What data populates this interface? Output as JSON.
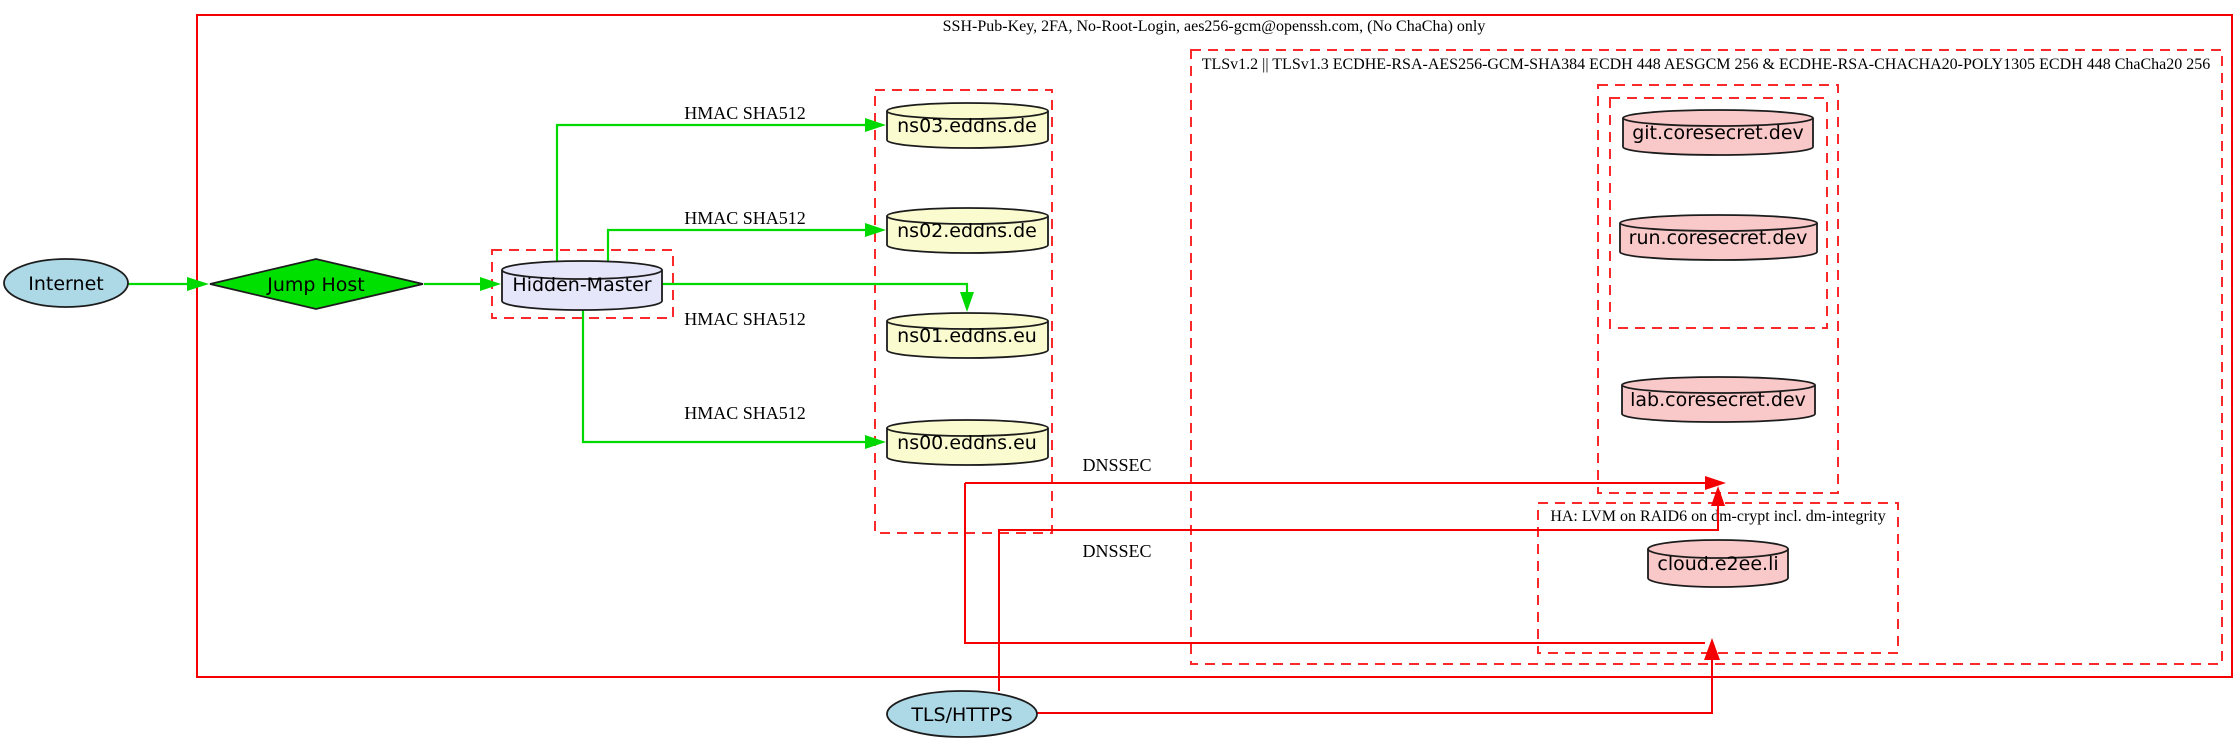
{
  "diagram": {
    "clusters": {
      "ssh": {
        "label": "SSH-Pub-Key, 2FA, No-Root-Login, aes256-gcm@openssh.com, (No ChaCha) only"
      },
      "tls": {
        "label": "TLSv1.2 || TLSv1.3 ECDHE-RSA-AES256-GCM-SHA384 ECDH 448 AESGCM 256 & ECDHE-RSA-CHACHA20-POLY1305 ECDH 448 ChaCha20 256"
      },
      "ha": {
        "label": "HA: LVM on RAID6 on dm-crypt incl. dm-integrity"
      }
    },
    "nodes": {
      "internet": {
        "label": "Internet"
      },
      "jump_host": {
        "label": "Jump Host"
      },
      "hidden_master": {
        "label": "Hidden-Master"
      },
      "ns03": {
        "label": "ns03.eddns.de"
      },
      "ns02": {
        "label": "ns02.eddns.de"
      },
      "ns01": {
        "label": "ns01.eddns.eu"
      },
      "ns00": {
        "label": "ns00.eddns.eu"
      },
      "git": {
        "label": "git.coresecret.dev"
      },
      "run": {
        "label": "run.coresecret.dev"
      },
      "lab": {
        "label": "lab.coresecret.dev"
      },
      "cloud": {
        "label": "cloud.e2ee.li"
      },
      "tls_https": {
        "label": "TLS/HTTPS"
      }
    },
    "edge_labels": {
      "hmac_ns03": "HMAC SHA512",
      "hmac_ns02": "HMAC SHA512",
      "hmac_ns01": "HMAC SHA512",
      "hmac_ns00": "HMAC SHA512",
      "dnssec_top": "DNSSEC",
      "dnssec_bottom": "DNSSEC"
    },
    "colors": {
      "edge_green": "#00d900",
      "edge_red": "#f40000",
      "cluster_dash_red": "#fb2a2a",
      "node_blue": "#add8e6",
      "node_green": "#00e000",
      "node_lavender": "#e6e6fa",
      "node_yellow": "#fbfbd0",
      "node_pink": "#f9c8c8",
      "node_border": "#1c1c1c"
    }
  }
}
